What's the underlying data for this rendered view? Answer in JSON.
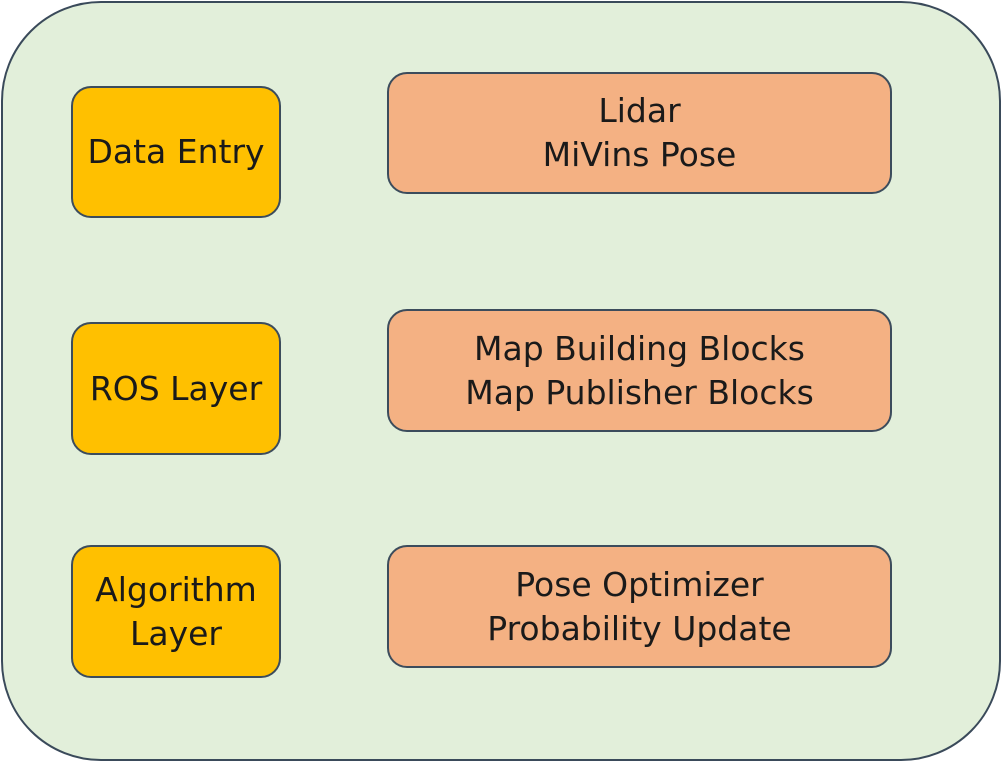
{
  "layers": [
    {
      "label_lines": [
        "Data Entry"
      ]
    },
    {
      "label_lines": [
        "ROS Layer"
      ]
    },
    {
      "label_lines": [
        "Algorithm",
        "Layer"
      ]
    }
  ],
  "components": [
    {
      "lines": [
        "Lidar",
        "MiVins Pose"
      ]
    },
    {
      "lines": [
        "Map Building Blocks",
        "Map Publisher Blocks"
      ]
    },
    {
      "lines": [
        "Pose Optimizer",
        "Probability Update"
      ]
    }
  ],
  "colors": {
    "background_panel": "#e2efda",
    "layer_box": "#ffc000",
    "component_box": "#f4b183",
    "border": "#3c4c5c"
  }
}
